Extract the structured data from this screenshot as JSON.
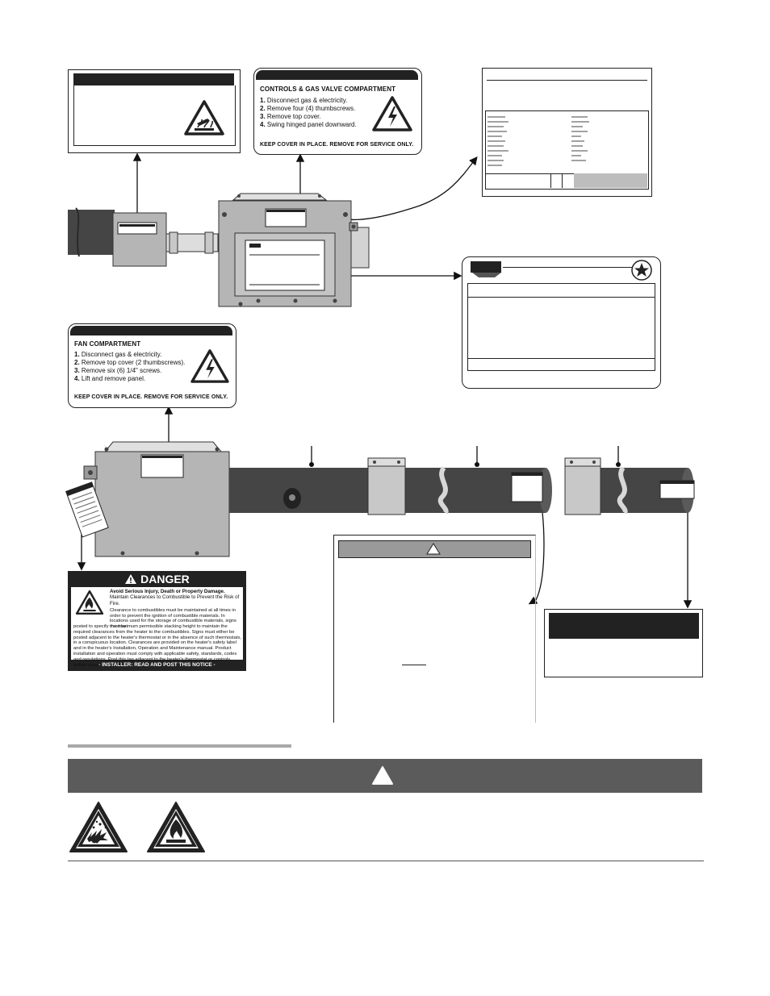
{
  "labels": {
    "controls": {
      "title": "CONTROLS & GAS VALVE COMPARTMENT",
      "steps": [
        {
          "num": "1.",
          "text": "Disconnect gas & electricity."
        },
        {
          "num": "2.",
          "text": "Remove four (4) thumbscrews."
        },
        {
          "num": "3.",
          "text": "Remove top cover."
        },
        {
          "num": "4.",
          "text": "Swing hinged panel downward."
        }
      ],
      "footer": "KEEP COVER IN PLACE. REMOVE FOR SERVICE ONLY."
    },
    "fan": {
      "title": "FAN COMPARTMENT",
      "steps": [
        {
          "num": "1.",
          "text": "Disconnect gas & electricity."
        },
        {
          "num": "2.",
          "text": "Remove top cover (2 thumbscrews)."
        },
        {
          "num": "3.",
          "text": "Remove six (6) 1/4\" screws."
        },
        {
          "num": "4.",
          "text": "Lift and remove panel."
        }
      ],
      "footer": "KEEP COVER IN PLACE. REMOVE FOR SERVICE ONLY."
    },
    "danger": {
      "title": "DANGER",
      "headline": "Avoid Serious Injury, Death or Property Damage.",
      "subhead": "Maintain Clearances to Combustible to Prevent the Risk of Fire.",
      "body_indented": "Clearance to combustibles must be maintained at all times in order to prevent the ignition of combustible materials. In locations used for the storage  of combustible materials, signs must be",
      "body": "posted to specify the maximum permissible stacking height to maintain the required clearances from the heater to the combustibles. Signs must either be posted adjacent to the heater's thermostat or in the absence of such thermostats, in a conspicuous location. Clearances are provided on the heater's safety label and in the heater's Installation, Operation and Maintenance manual. Product installation and operation must comply with applicable safety, standards, codes and regulations. Post this tag adjacent to the heater's thermostat or controls before operating the heater.",
      "footer": "- INSTALLER: READ AND POST THIS NOTICE -"
    }
  },
  "colors": {
    "label_black": "#222222",
    "warning_bar": "#5b5b5b",
    "heater_body": "#b5b5b5",
    "tube": "#454545",
    "divider": "#a8a8a8"
  },
  "icons": [
    "hot-surface-icon",
    "electric-hazard-icon",
    "flame-hazard-icon",
    "explosion-hazard-icon",
    "fire-hazard-icon",
    "warning-triangle-icon"
  ]
}
